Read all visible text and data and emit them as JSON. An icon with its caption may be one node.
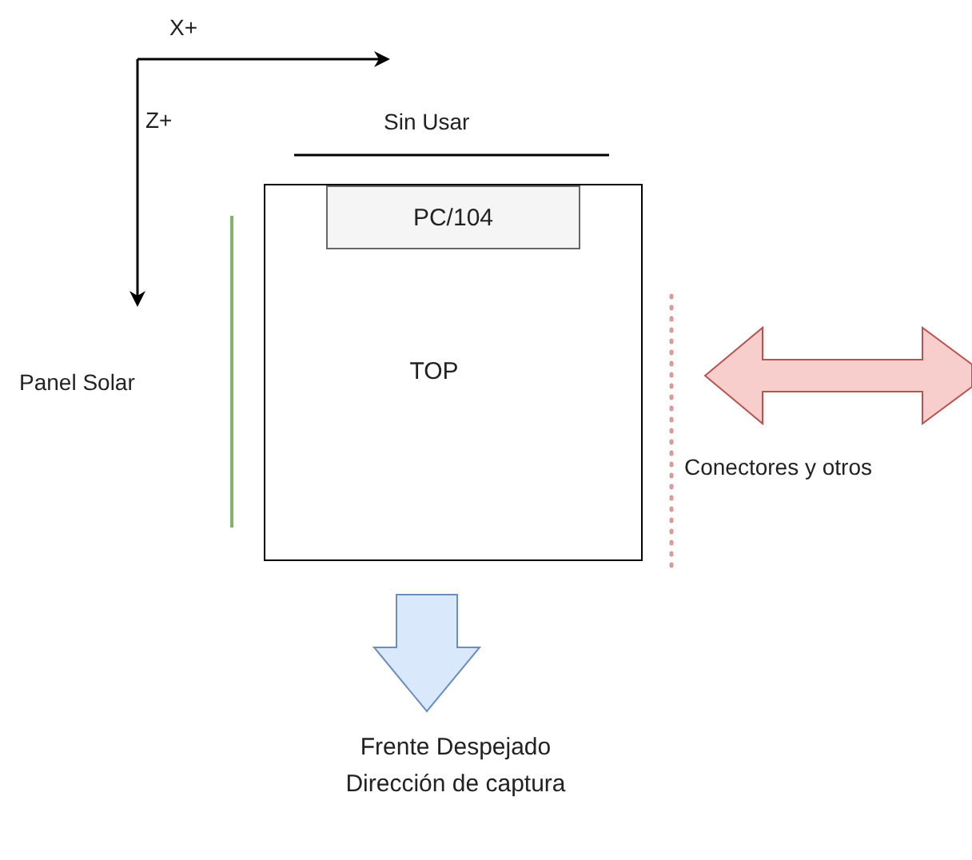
{
  "diagram": {
    "nodes": [
      {
        "text": [
          "TOP"
        ]
      },
      {
        "text": [
          "PC/104"
        ],
        "in": 0
      }
    ],
    "labels": [
      "X+",
      "Z+",
      "Sin Usar",
      "Panel Solar",
      "Conectores y otros",
      "Frente Despejado Dirección de captura"
    ]
  }
}
